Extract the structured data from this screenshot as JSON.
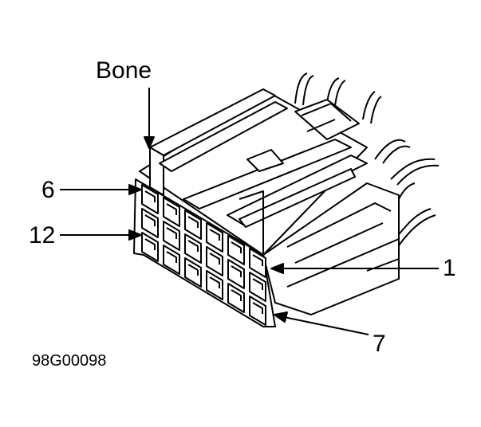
{
  "labels": {
    "bone": "Bone",
    "pin6": "6",
    "pin12": "12",
    "pin1": "1",
    "pin7": "7"
  },
  "figure_code": "98G00098"
}
